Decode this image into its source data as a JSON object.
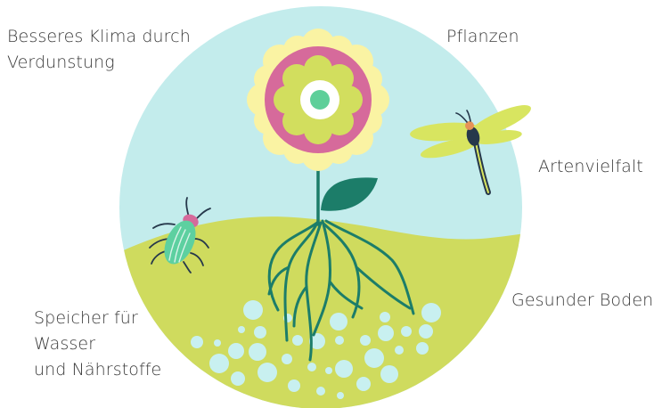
{
  "labels": {
    "klima": [
      "Besseres Klima durch",
      "Verdunstung"
    ],
    "pflanzen": "Pflanzen",
    "artenvielfalt": "Artenvielfalt",
    "boden": "Gesunder Boden",
    "speicher": [
      "Speicher für",
      "Wasser",
      "und Nährstoffe"
    ]
  },
  "colors": {
    "sky": "#c3ecec",
    "soil": "#cfdb5e",
    "petal_outer": "#faf3a3",
    "flower_disc": "#d66a9b",
    "petal_inner": "#d2de5e",
    "center_ring": "#ffffff",
    "center_dot": "#5ecf9a",
    "stem": "#1c7d69",
    "water_bubbles": "#c8f0f0",
    "insect_body": "#26384b",
    "dragonfly_wings": "#d8e560",
    "beetle_body": "#5dd0a0",
    "beetle_head": "#d66a9b",
    "text": "#3a3a3a"
  },
  "icons": [
    "flower-icon",
    "leaf-icon",
    "roots-icon",
    "dragonfly-icon",
    "beetle-icon",
    "water-bubbles-icon"
  ]
}
